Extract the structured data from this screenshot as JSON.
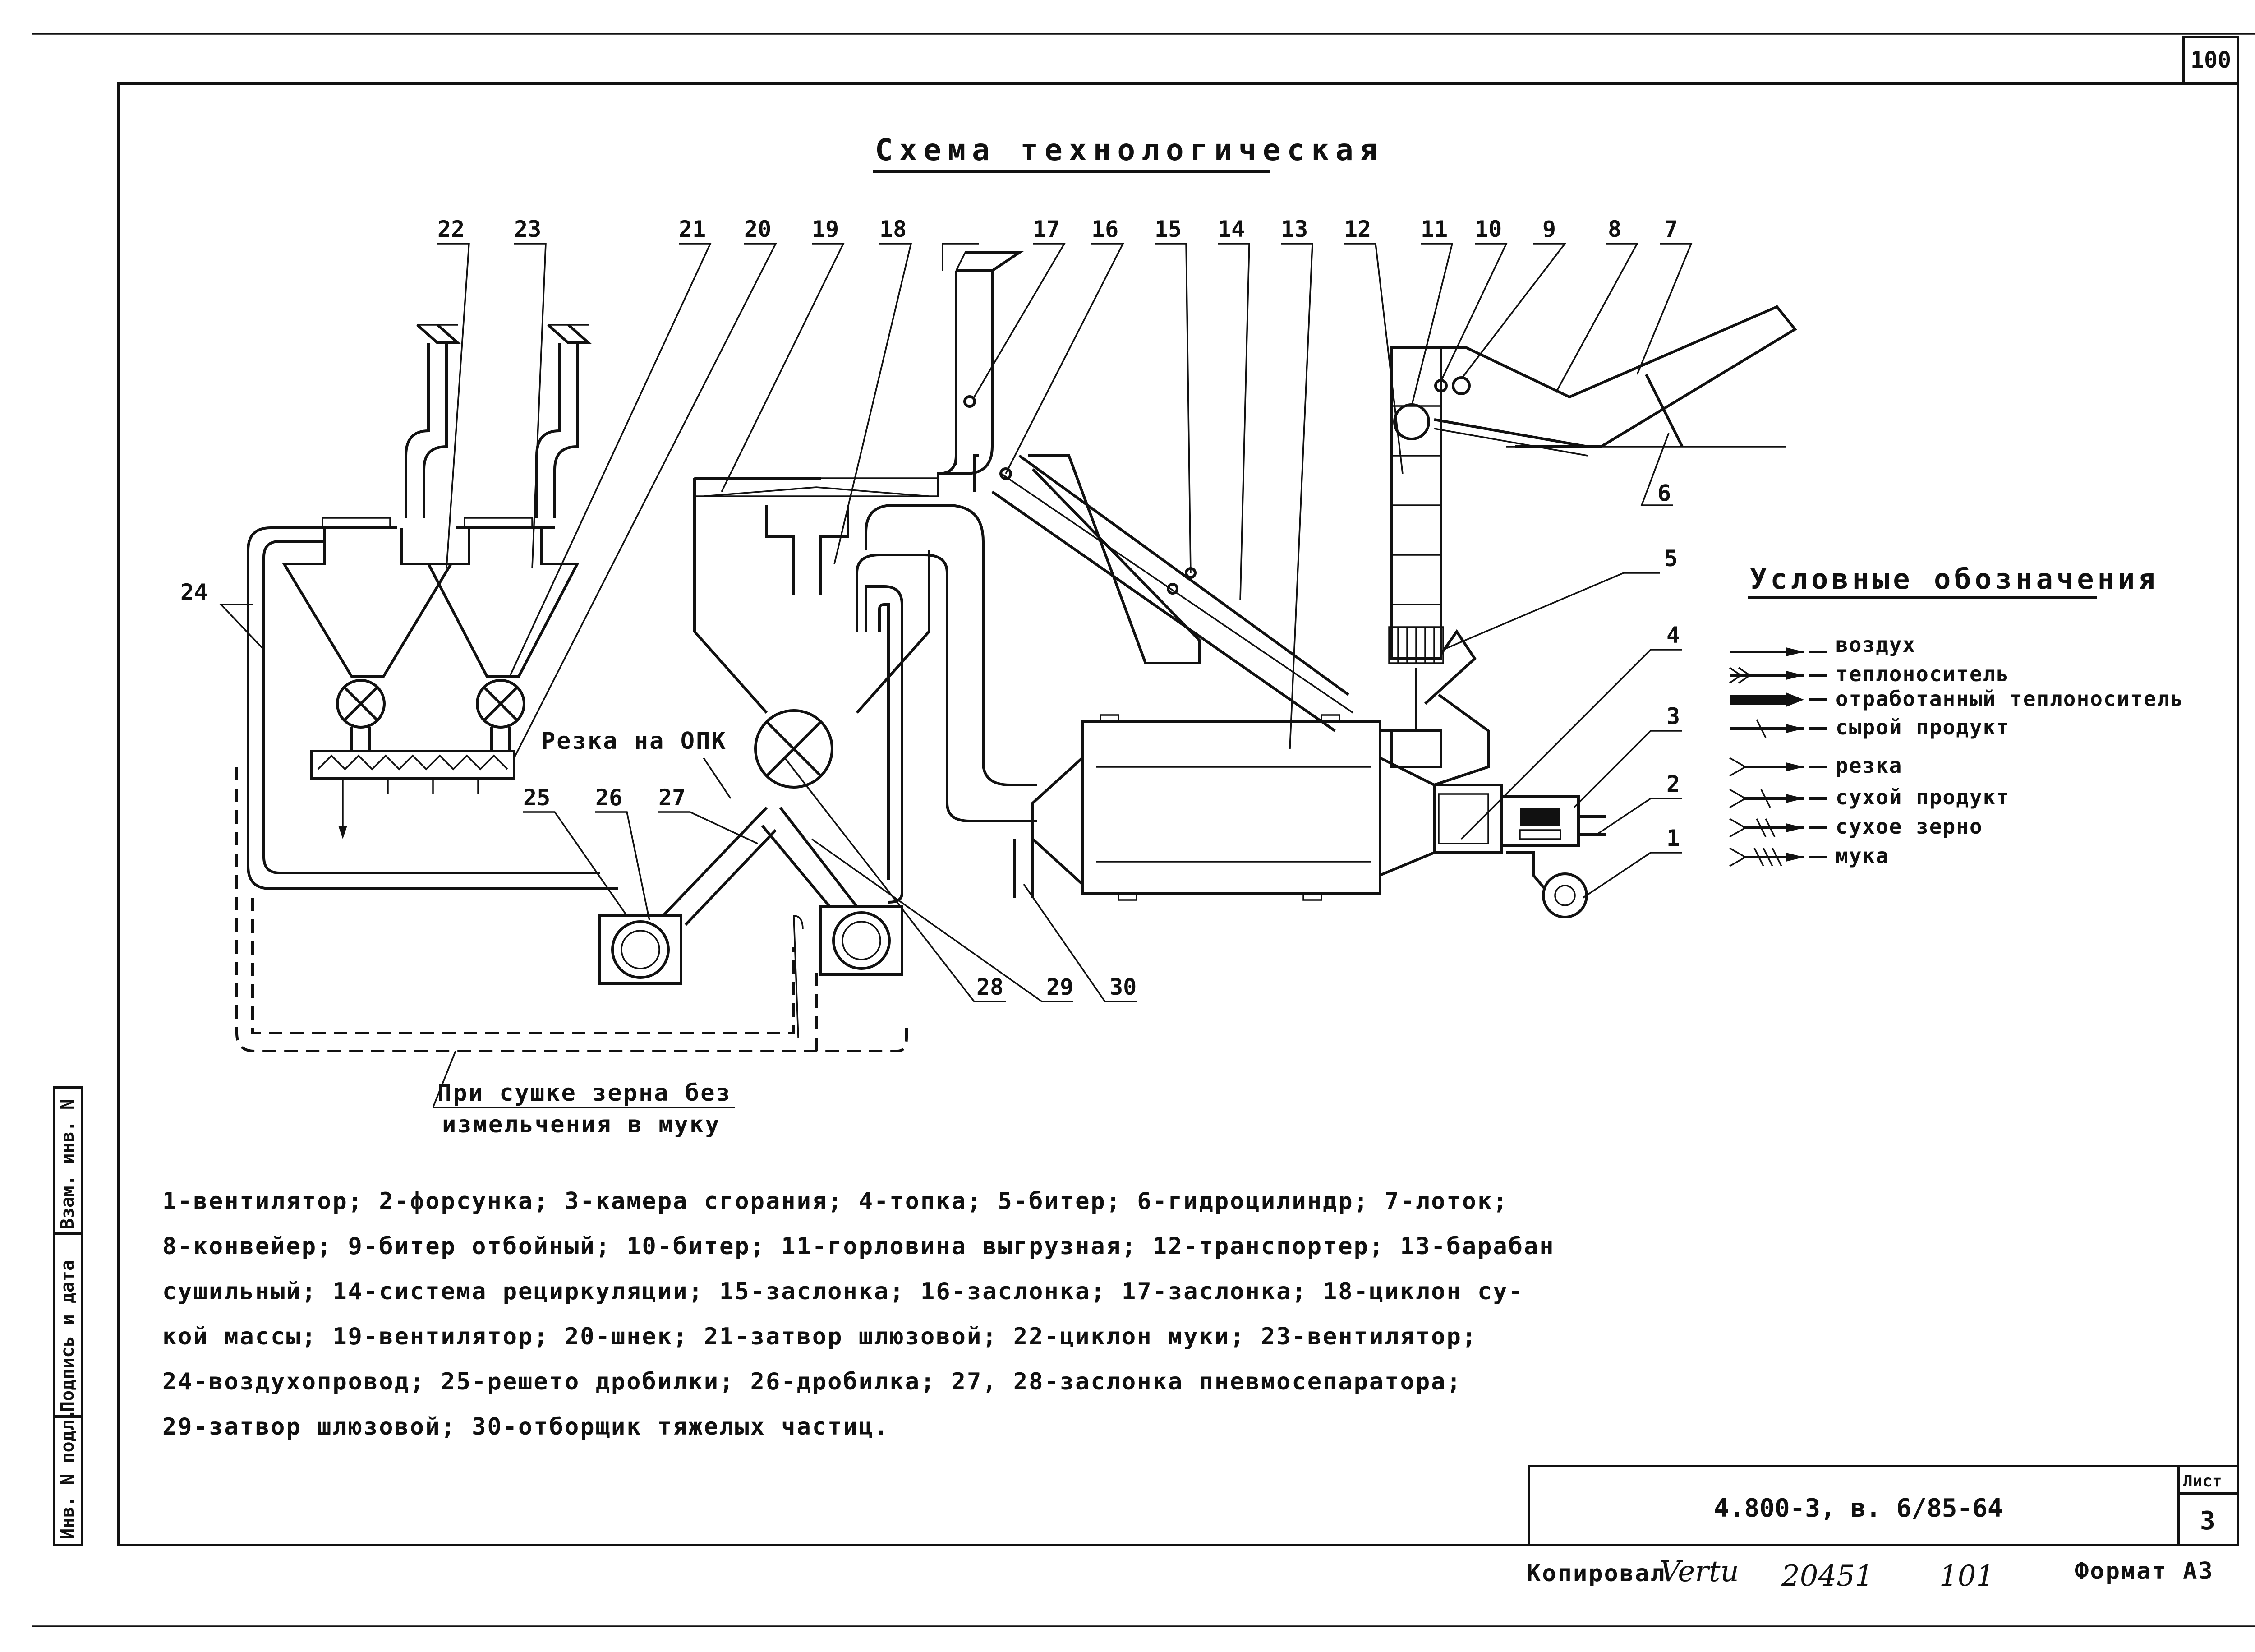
{
  "sheet": {
    "page_number": "100",
    "title": "Схема технологическая",
    "doc_code": "4.800-3, в. 6/85-64",
    "sheet_label": "Лист",
    "sheet_number": "3",
    "copied_label": "Копировал",
    "copied_signature": "Vertu",
    "order_number": "20451",
    "copy_number": "101",
    "format_label": "Формат А3"
  },
  "side_stamp": {
    "cells": [
      "Инв. N подл.",
      "Подпись и дата",
      "Взам. инв. N"
    ]
  },
  "callouts": [
    "1",
    "2",
    "3",
    "4",
    "5",
    "6",
    "7",
    "8",
    "9",
    "10",
    "11",
    "12",
    "13",
    "14",
    "15",
    "16",
    "17",
    "18",
    "19",
    "20",
    "21",
    "22",
    "23",
    "24",
    "25",
    "26",
    "27",
    "28",
    "29",
    "30"
  ],
  "annotations": {
    "cut_to_opk": "Резка на ОПК",
    "bypass_line1": "При сушке зерна без",
    "bypass_line2": "измельчения в муку"
  },
  "legend": {
    "heading": "Условные обозначения",
    "items": [
      {
        "label": "воздух",
        "icon": "arrow-plain-icon"
      },
      {
        "label": "теплоноситель",
        "icon": "arrow-double-tail-icon"
      },
      {
        "label": "отработанный теплоноситель",
        "icon": "arrow-bold-tail-icon"
      },
      {
        "label": "сырой продукт",
        "icon": "arrow-single-tick-icon"
      },
      {
        "label": "резка",
        "icon": "arrow-chevron-tail-icon"
      },
      {
        "label": "сухой продукт",
        "icon": "arrow-chevron-tick-icon"
      },
      {
        "label": "сухое зерно",
        "icon": "arrow-chevron-double-tick-icon"
      },
      {
        "label": "мука",
        "icon": "arrow-chevron-triple-tick-icon"
      }
    ]
  },
  "caption_lines": [
    "1-вентилятор; 2-форсунка; 3-камера сгорания; 4-топка; 5-битер; 6-гидроцилиндр; 7-лоток;",
    "8-конвейер; 9-битер отбойный; 10-битер; 11-горловина выгрузная; 12-транспортер; 13-барабан",
    "сушильный; 14-система рециркуляции; 15-заслонка; 16-заслонка; 17-заслонка; 18-циклон су-",
    "кой массы; 19-вентилятор; 20-шнек; 21-затвор шлюзовой; 22-циклон муки; 23-вентилятор;",
    "24-воздухопровод; 25-решето дробилки; 26-дробилка; 27, 28-заслонка пневмосепаратора;",
    "29-затвор шлюзовой; 30-отборщик тяжелых частиц."
  ]
}
